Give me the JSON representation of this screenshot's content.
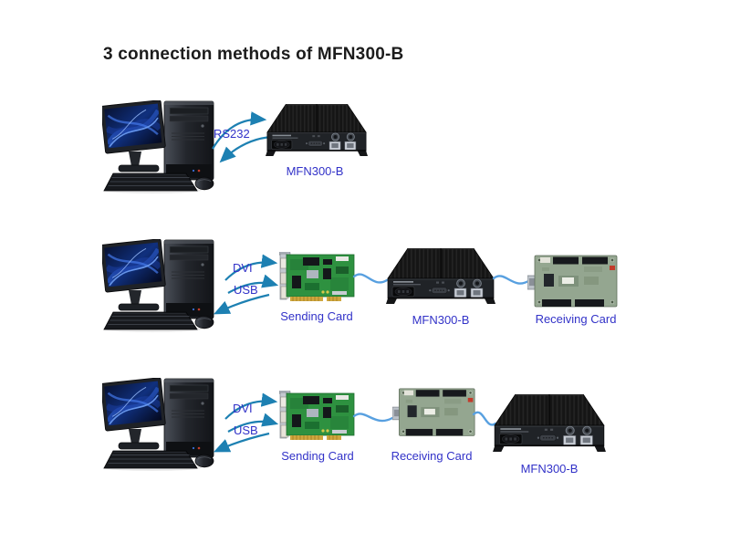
{
  "title": "3 connection methods of MFN300-B",
  "colors": {
    "background": "#ffffff",
    "title_text": "#1c1c1c",
    "label_text": "#3232c8",
    "arrow": "#1d80b2",
    "cable": "#58a0e0"
  },
  "rows": [
    {
      "name": "method-1",
      "connection_labels": [
        {
          "text": "RS232"
        }
      ],
      "devices": [
        {
          "type": "computer",
          "label": ""
        },
        {
          "type": "mfn300-b-controller",
          "label": "MFN300-B"
        }
      ]
    },
    {
      "name": "method-2",
      "connection_labels": [
        {
          "text": "DVI"
        },
        {
          "text": "USB"
        }
      ],
      "devices": [
        {
          "type": "computer",
          "label": ""
        },
        {
          "type": "sending-card",
          "label": "Sending Card"
        },
        {
          "type": "mfn300-b-controller",
          "label": "MFN300-B"
        },
        {
          "type": "receiving-card",
          "label": "Receiving Card"
        }
      ]
    },
    {
      "name": "method-3",
      "connection_labels": [
        {
          "text": "DVI"
        },
        {
          "text": "USB"
        }
      ],
      "devices": [
        {
          "type": "computer",
          "label": ""
        },
        {
          "type": "sending-card",
          "label": "Sending Card"
        },
        {
          "type": "receiving-card",
          "label": "Receiving Card"
        },
        {
          "type": "mfn300-b-controller",
          "label": "MFN300-B"
        }
      ]
    }
  ]
}
